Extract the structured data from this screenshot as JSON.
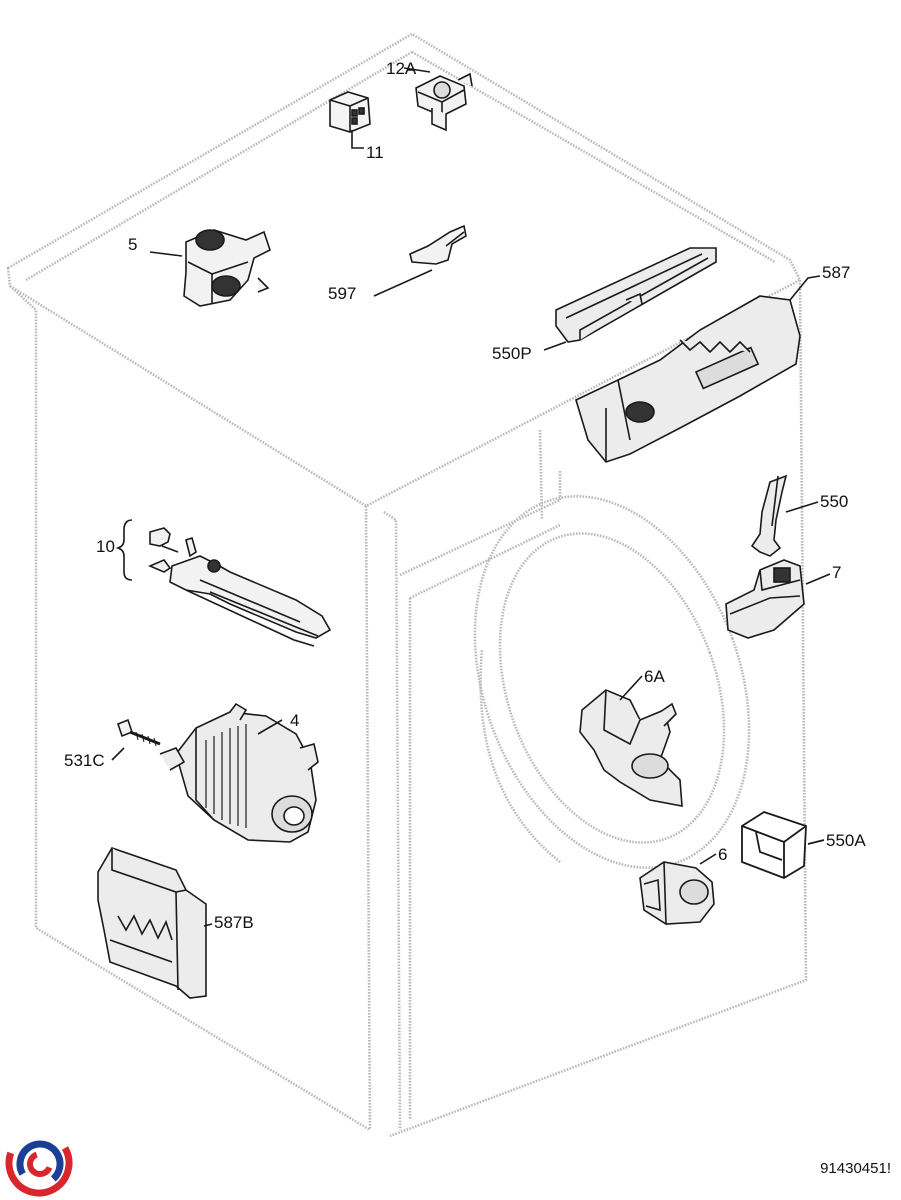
{
  "diagram": {
    "labels": {
      "p12A": "12A",
      "p11": "11",
      "p5": "5",
      "p597": "597",
      "p587": "587",
      "p550P": "550P",
      "p550": "550",
      "p10": "10",
      "p7": "7",
      "p6A": "6A",
      "p4": "4",
      "p531C": "531C",
      "p550A": "550A",
      "p6": "6",
      "p587B": "587B"
    },
    "reference_code": "91430451!",
    "colors": {
      "cabinet": "#b9b9b9",
      "line": "#1a1a1a",
      "logo_red": "#d8262c",
      "logo_blue": "#1b3f95"
    }
  }
}
